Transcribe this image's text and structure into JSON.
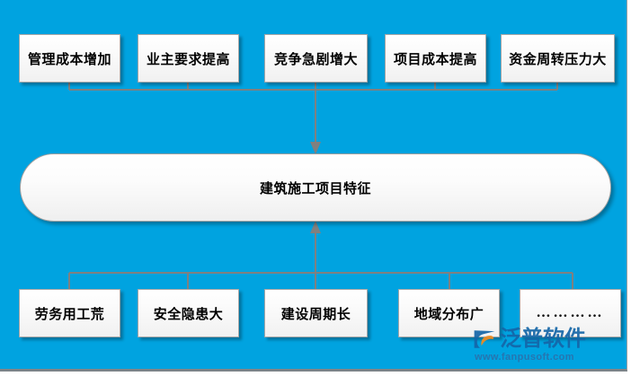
{
  "diagram": {
    "title": "建筑施工项目特征",
    "background_color": "#00A3E0",
    "connector_color": "#808080",
    "node_text_color": "#000000",
    "center": {
      "label": "建筑施工项目特征"
    },
    "top_nodes": [
      {
        "label": "管理成本增加"
      },
      {
        "label": "业主要求提高"
      },
      {
        "label": "竞争急剧增大"
      },
      {
        "label": "项目成本提高"
      },
      {
        "label": "资金周转压力大"
      }
    ],
    "bottom_nodes": [
      {
        "label": "劳务用工荒"
      },
      {
        "label": "安全隐患大"
      },
      {
        "label": "建设周期长"
      },
      {
        "label": "地域分布广"
      },
      {
        "label": "…………"
      }
    ]
  },
  "watermark": {
    "brand": "泛普软件",
    "url": "www.fanpusoft.com",
    "brand_color": "#1566a8"
  }
}
